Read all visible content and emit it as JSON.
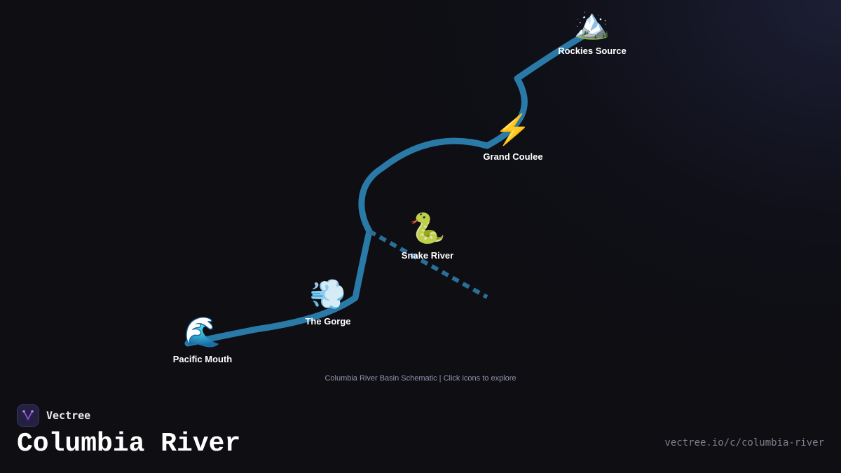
{
  "map": {
    "river_color": "#2a7aa8",
    "background_color": "#0e0e13",
    "markers": [
      {
        "id": "rockies",
        "icon_name": "snow-capped-mountain-icon",
        "icon": "🏔️",
        "label": "Rockies Source"
      },
      {
        "id": "grand-coulee",
        "icon_name": "lightning-bolt-icon",
        "icon": "⚡",
        "label": "Grand Coulee"
      },
      {
        "id": "snake-river",
        "icon_name": "snake-icon",
        "icon": "🐍",
        "label": "Snake River"
      },
      {
        "id": "gorge",
        "icon_name": "wind-icon",
        "icon": "💨",
        "label": "The Gorge"
      },
      {
        "id": "pacific",
        "icon_name": "wave-icon",
        "icon": "🌊",
        "label": "Pacific Mouth"
      }
    ],
    "caption": "Columbia River Basin Schematic | Click icons to explore"
  },
  "brand": {
    "name": "Vectree",
    "logo_icon": "vectree-logo-icon",
    "accent_color": "#9a5cf0"
  },
  "page": {
    "title": "Columbia River",
    "url": "vectree.io/c/columbia-river"
  }
}
